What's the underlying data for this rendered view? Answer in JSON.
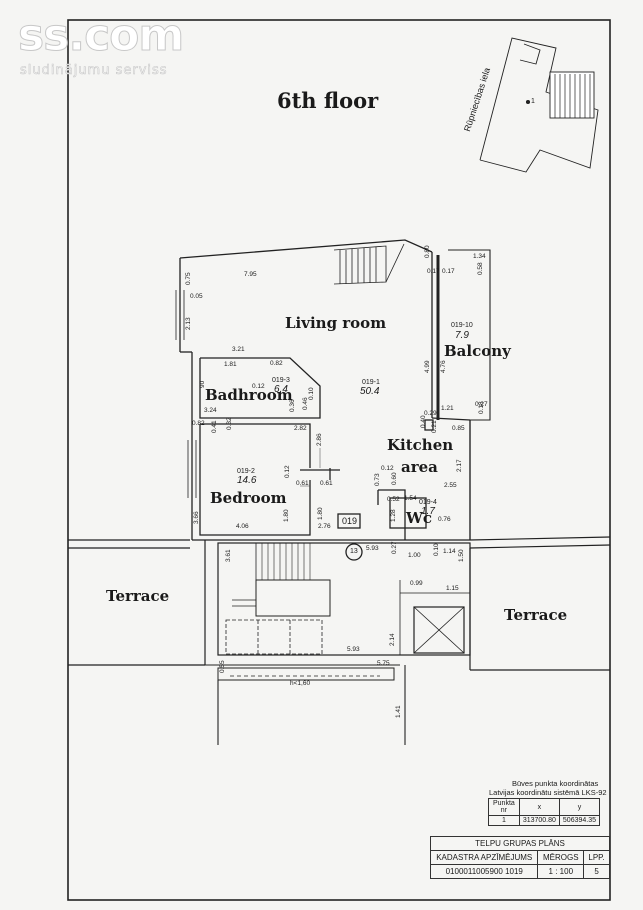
{
  "watermark": {
    "brand": "ss.com",
    "tagline": "sludinājumu serviss"
  },
  "floor_title": "6th floor",
  "street": "Rūpniecības iela",
  "rooms": {
    "living_room": "Living room",
    "balcony": "Balcony",
    "bathroom": "Badhroom",
    "kitchen_line1": "Kitchen",
    "kitchen_line2": "area",
    "bedroom": "Bedroom",
    "wc": "Wc",
    "terrace_left": "Terrace",
    "terrace_right": "Terrace"
  },
  "room_codes": {
    "living": {
      "code": "019-1",
      "area": "50.4"
    },
    "balcony": {
      "code": "019-10",
      "area": "7.9"
    },
    "bathroom": {
      "code": "019-3",
      "area": "6.4"
    },
    "bedroom": {
      "code": "019-2",
      "area": "14.6"
    },
    "wc": {
      "code": "019-4",
      "area": "1.7"
    },
    "apartment": "019",
    "stair": "13",
    "marker": "1"
  },
  "dimensions": {
    "d795": "7.95",
    "d080": "0.80",
    "d017a": "0.17",
    "d017b": "0.17",
    "d134": "1.34",
    "d058": "0.58",
    "d075": "0.75",
    "d005": "0.05",
    "d213": "2.13",
    "d321": "3.21",
    "d181": "1.81",
    "d082": "0.82",
    "d012": "0.12",
    "d090": "90",
    "d324": "3.24",
    "d036": "0.36",
    "d046": "0.46",
    "d010": "0.10",
    "d499": "4.99",
    "d476": "4.76",
    "d029": "0.29",
    "d121": "1.21",
    "d027": "0.27",
    "d018": "0.18",
    "d082b": "0.82",
    "d041": "0.41",
    "d032": "0.32",
    "d282": "2.82",
    "d286": "2.86",
    "d040": "0.40",
    "d021": "0.21",
    "d085": "0.85",
    "d217": "2.17",
    "d012b": "0.12",
    "d061": "0.61",
    "d061b": "0.61",
    "d012c": "0.12",
    "d073": "0.73",
    "d060": "0.60",
    "d255": "2.55",
    "d366": "3.66",
    "d180a": "1.80",
    "d180b": "1.80",
    "d052": "0.52",
    "d154": "1.54",
    "d128": "1.28",
    "d406": "4.06",
    "d276": "2.76",
    "d076": "0.76",
    "d361": "3.61",
    "d593": "5.93",
    "d100": "1.00",
    "d114": "1.14",
    "d150": "1.50",
    "d099": "0.99",
    "d115": "1.15",
    "d214": "2.14",
    "d593b": "5.93",
    "d575": "5.75",
    "d055": "0.55",
    "d160": "h<1,60",
    "d141": "1.41",
    "d027b": "0.27",
    "d010b": "0.10"
  },
  "coordinates": {
    "note_line1": "Būves punkta koordinātas",
    "note_line2": "Latvijas koordinātu sistēmā LKS-92",
    "headers": [
      "Punkta nr",
      "x",
      "y"
    ],
    "row": [
      "1",
      "313700.80",
      "506394.35"
    ]
  },
  "title_block": {
    "heading": "TELPU GRUPAS PLĀNS",
    "labels": [
      "KADASTRA APZĪMĒJUMS",
      "MĒROGS",
      "LPP."
    ],
    "values": [
      "0100011005900 1019",
      "1 : 100",
      "5"
    ]
  }
}
